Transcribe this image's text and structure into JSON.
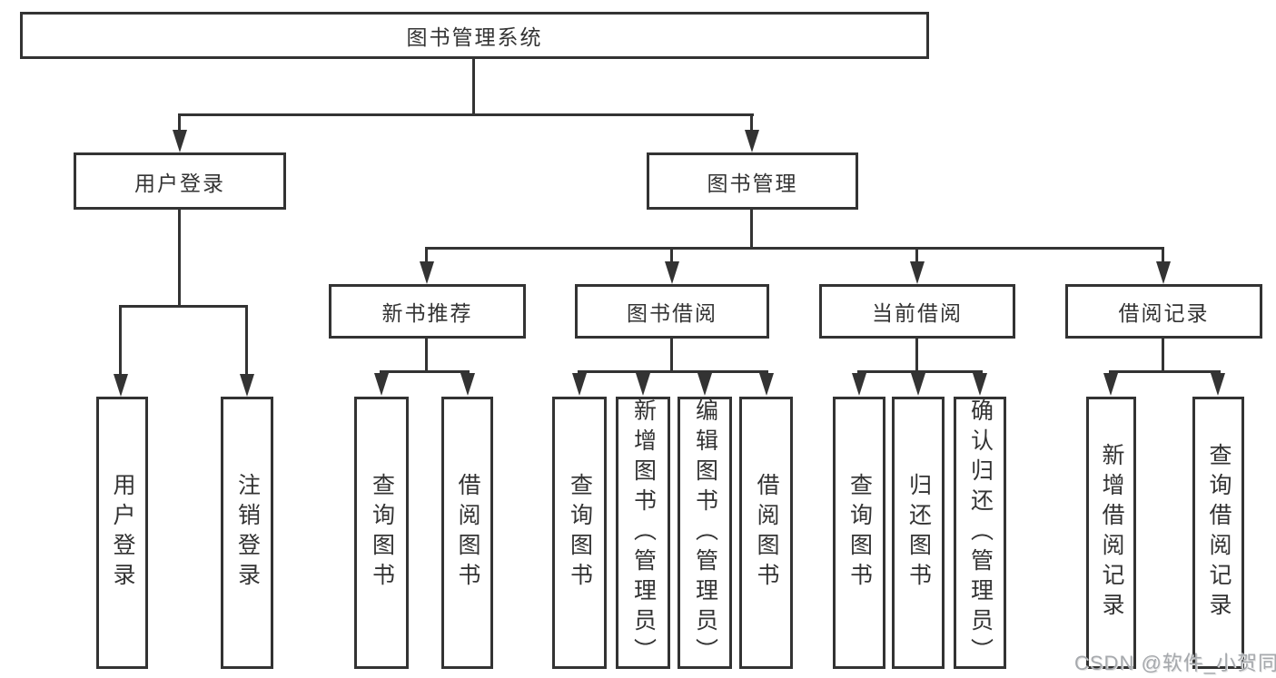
{
  "tree": {
    "root": {
      "label": "图书管理系统"
    },
    "children": [
      {
        "label": "用户登录",
        "children": [
          {
            "label": "用户登录"
          },
          {
            "label": "注销登录"
          }
        ]
      },
      {
        "label": "图书管理",
        "children": [
          {
            "label": "新书推荐",
            "children": [
              {
                "label": "查询图书"
              },
              {
                "label": "借阅图书"
              }
            ]
          },
          {
            "label": "图书借阅",
            "children": [
              {
                "label": "查询图书"
              },
              {
                "label": "新增图书（管理员）"
              },
              {
                "label": "编辑图书（管理员）"
              },
              {
                "label": "借阅图书"
              }
            ]
          },
          {
            "label": "当前借阅",
            "children": [
              {
                "label": "查询图书"
              },
              {
                "label": "归还图书"
              },
              {
                "label": "确认归还（管理员）"
              }
            ]
          },
          {
            "label": "借阅记录",
            "children": [
              {
                "label": "新增借阅记录"
              },
              {
                "label": "查询借阅记录"
              }
            ]
          }
        ]
      }
    ]
  },
  "watermark": {
    "text": "CSDN @软件_小贺同学"
  },
  "colors": {
    "line": "#333333",
    "text": "#333333",
    "background": "#ffffff",
    "watermark": "#a6a9ad"
  }
}
